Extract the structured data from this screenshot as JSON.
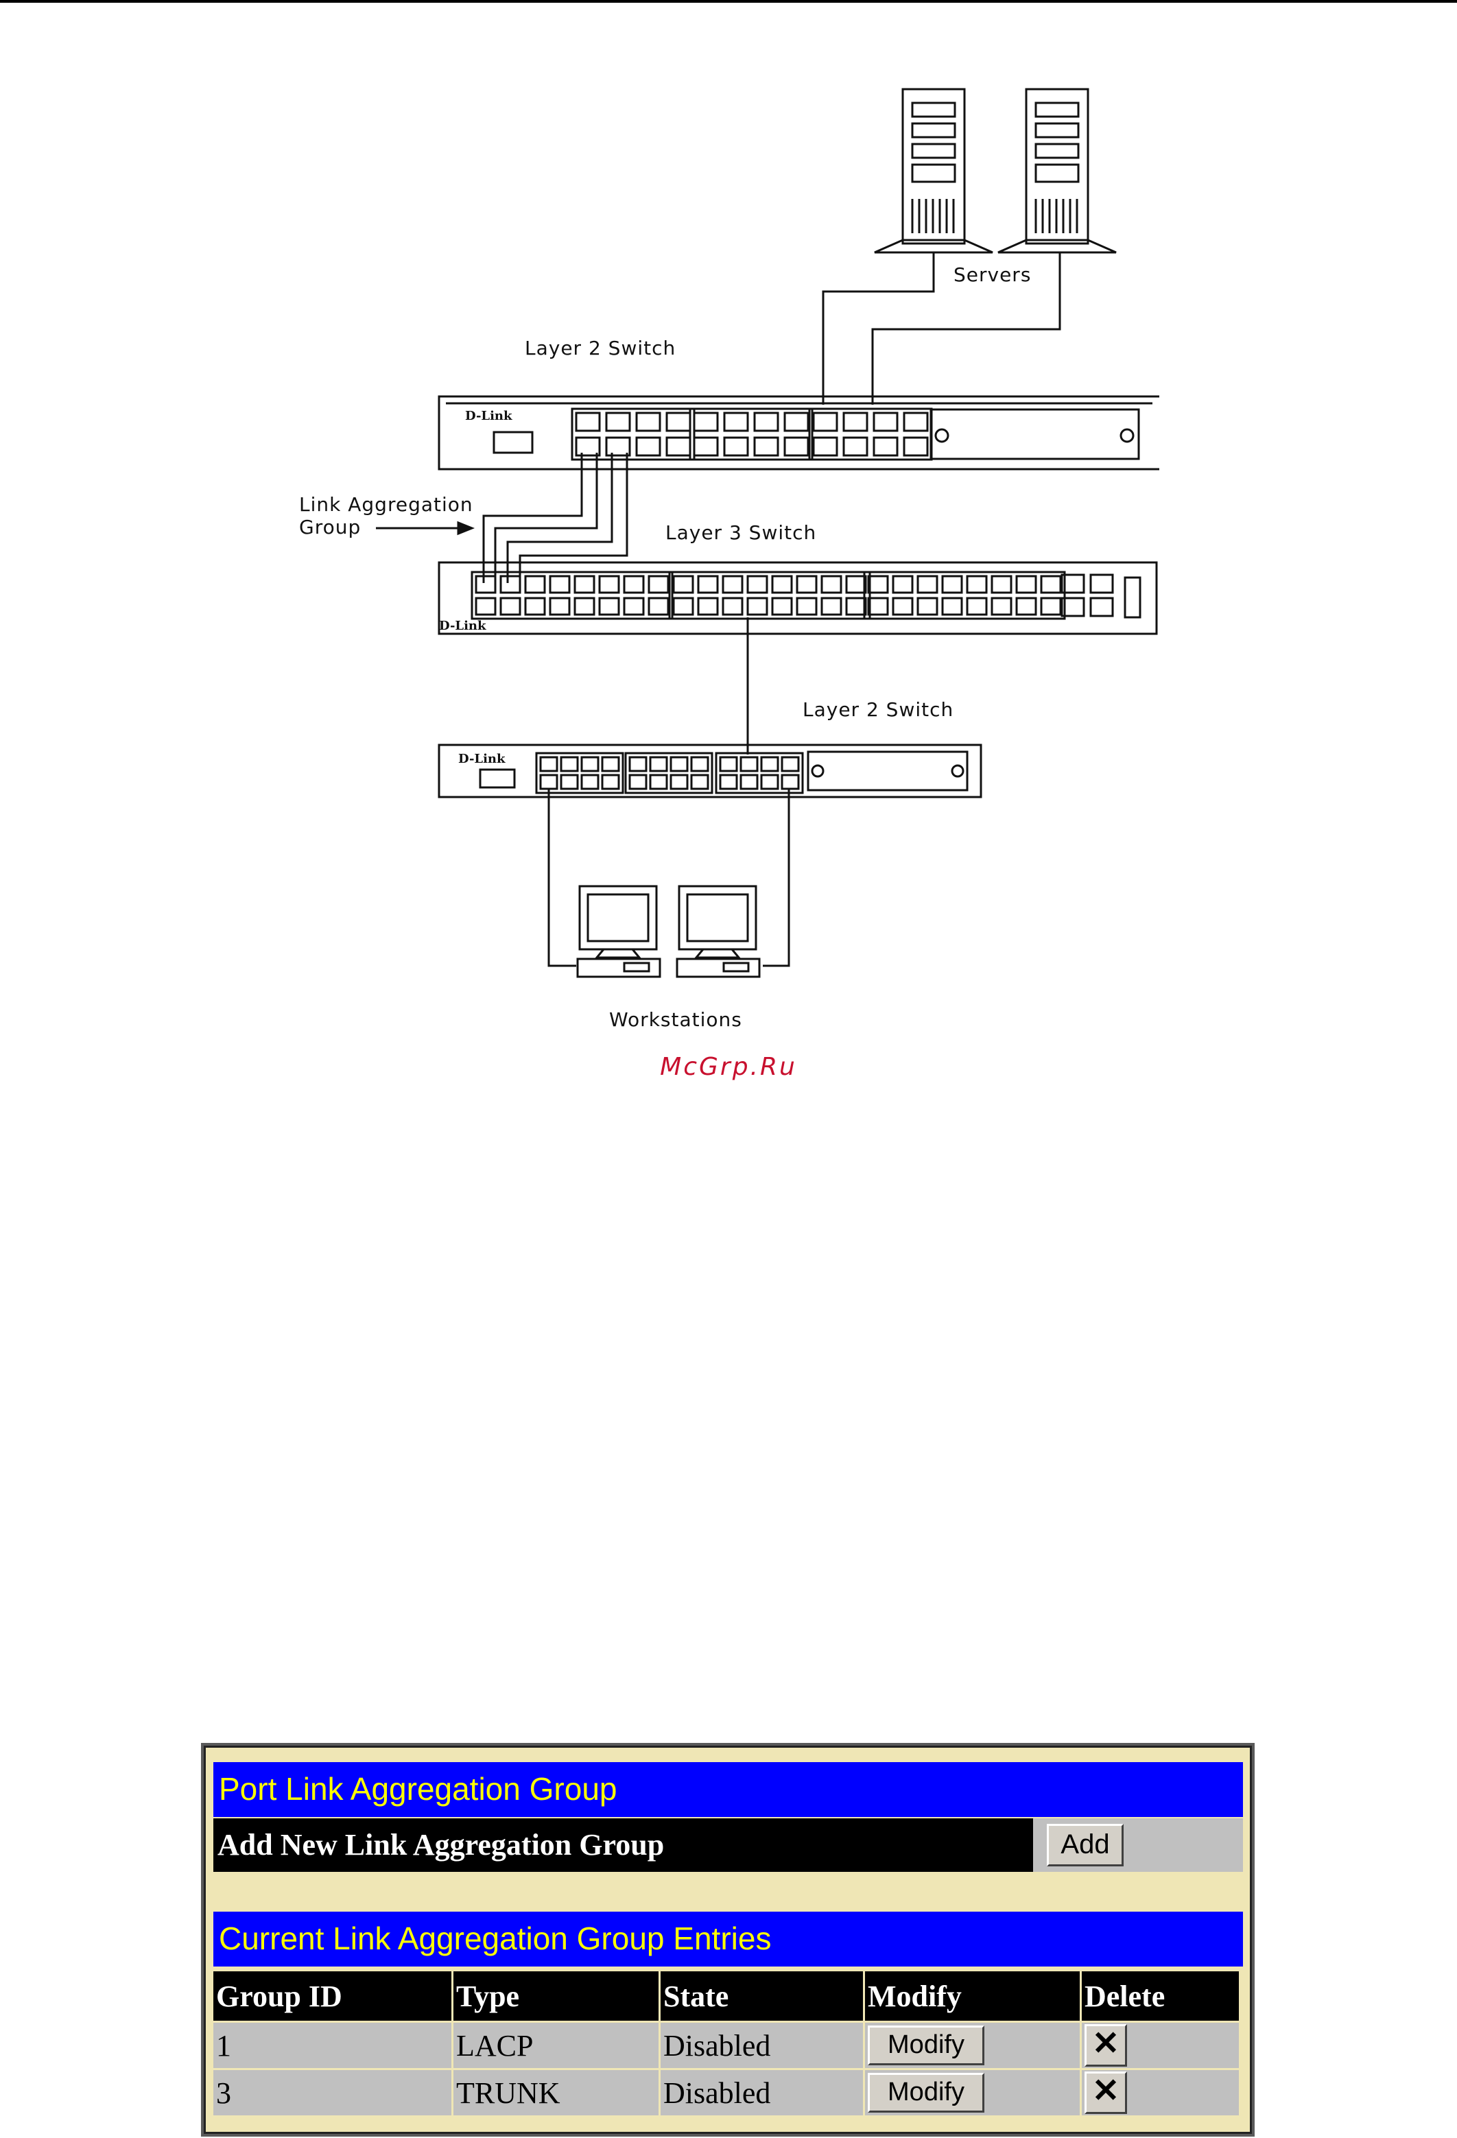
{
  "diagram": {
    "servers_label": "Servers",
    "layer2_top_label": "Layer 2 Switch",
    "link_agg_label_line1": "Link Aggregation",
    "link_agg_label_line2": "Group",
    "layer3_label": "Layer 3 Switch",
    "layer2_bottom_label": "Layer 2 Switch",
    "workstations_label": "Workstations",
    "brand": "D-Link"
  },
  "watermark": "McGrp.Ru",
  "panel": {
    "title": "Port Link Aggregation Group",
    "add_label": "Add New Link Aggregation Group",
    "add_button": "Add",
    "entries_title": "Current Link Aggregation Group Entries",
    "columns": [
      "Group ID",
      "Type",
      "State",
      "Modify",
      "Delete"
    ],
    "rows": [
      {
        "group_id": "1",
        "type": "LACP",
        "state": "Disabled",
        "modify": "Modify",
        "delete_icon": "x-icon"
      },
      {
        "group_id": "3",
        "type": "TRUNK",
        "state": "Disabled",
        "modify": "Modify",
        "delete_icon": "x-icon"
      }
    ],
    "colors": {
      "title_bar": "#0000ff",
      "title_text": "#ffff00",
      "header_bg": "#000000",
      "cell_bg": "#c0c0c0",
      "panel_bg": "#efe6b5"
    }
  }
}
